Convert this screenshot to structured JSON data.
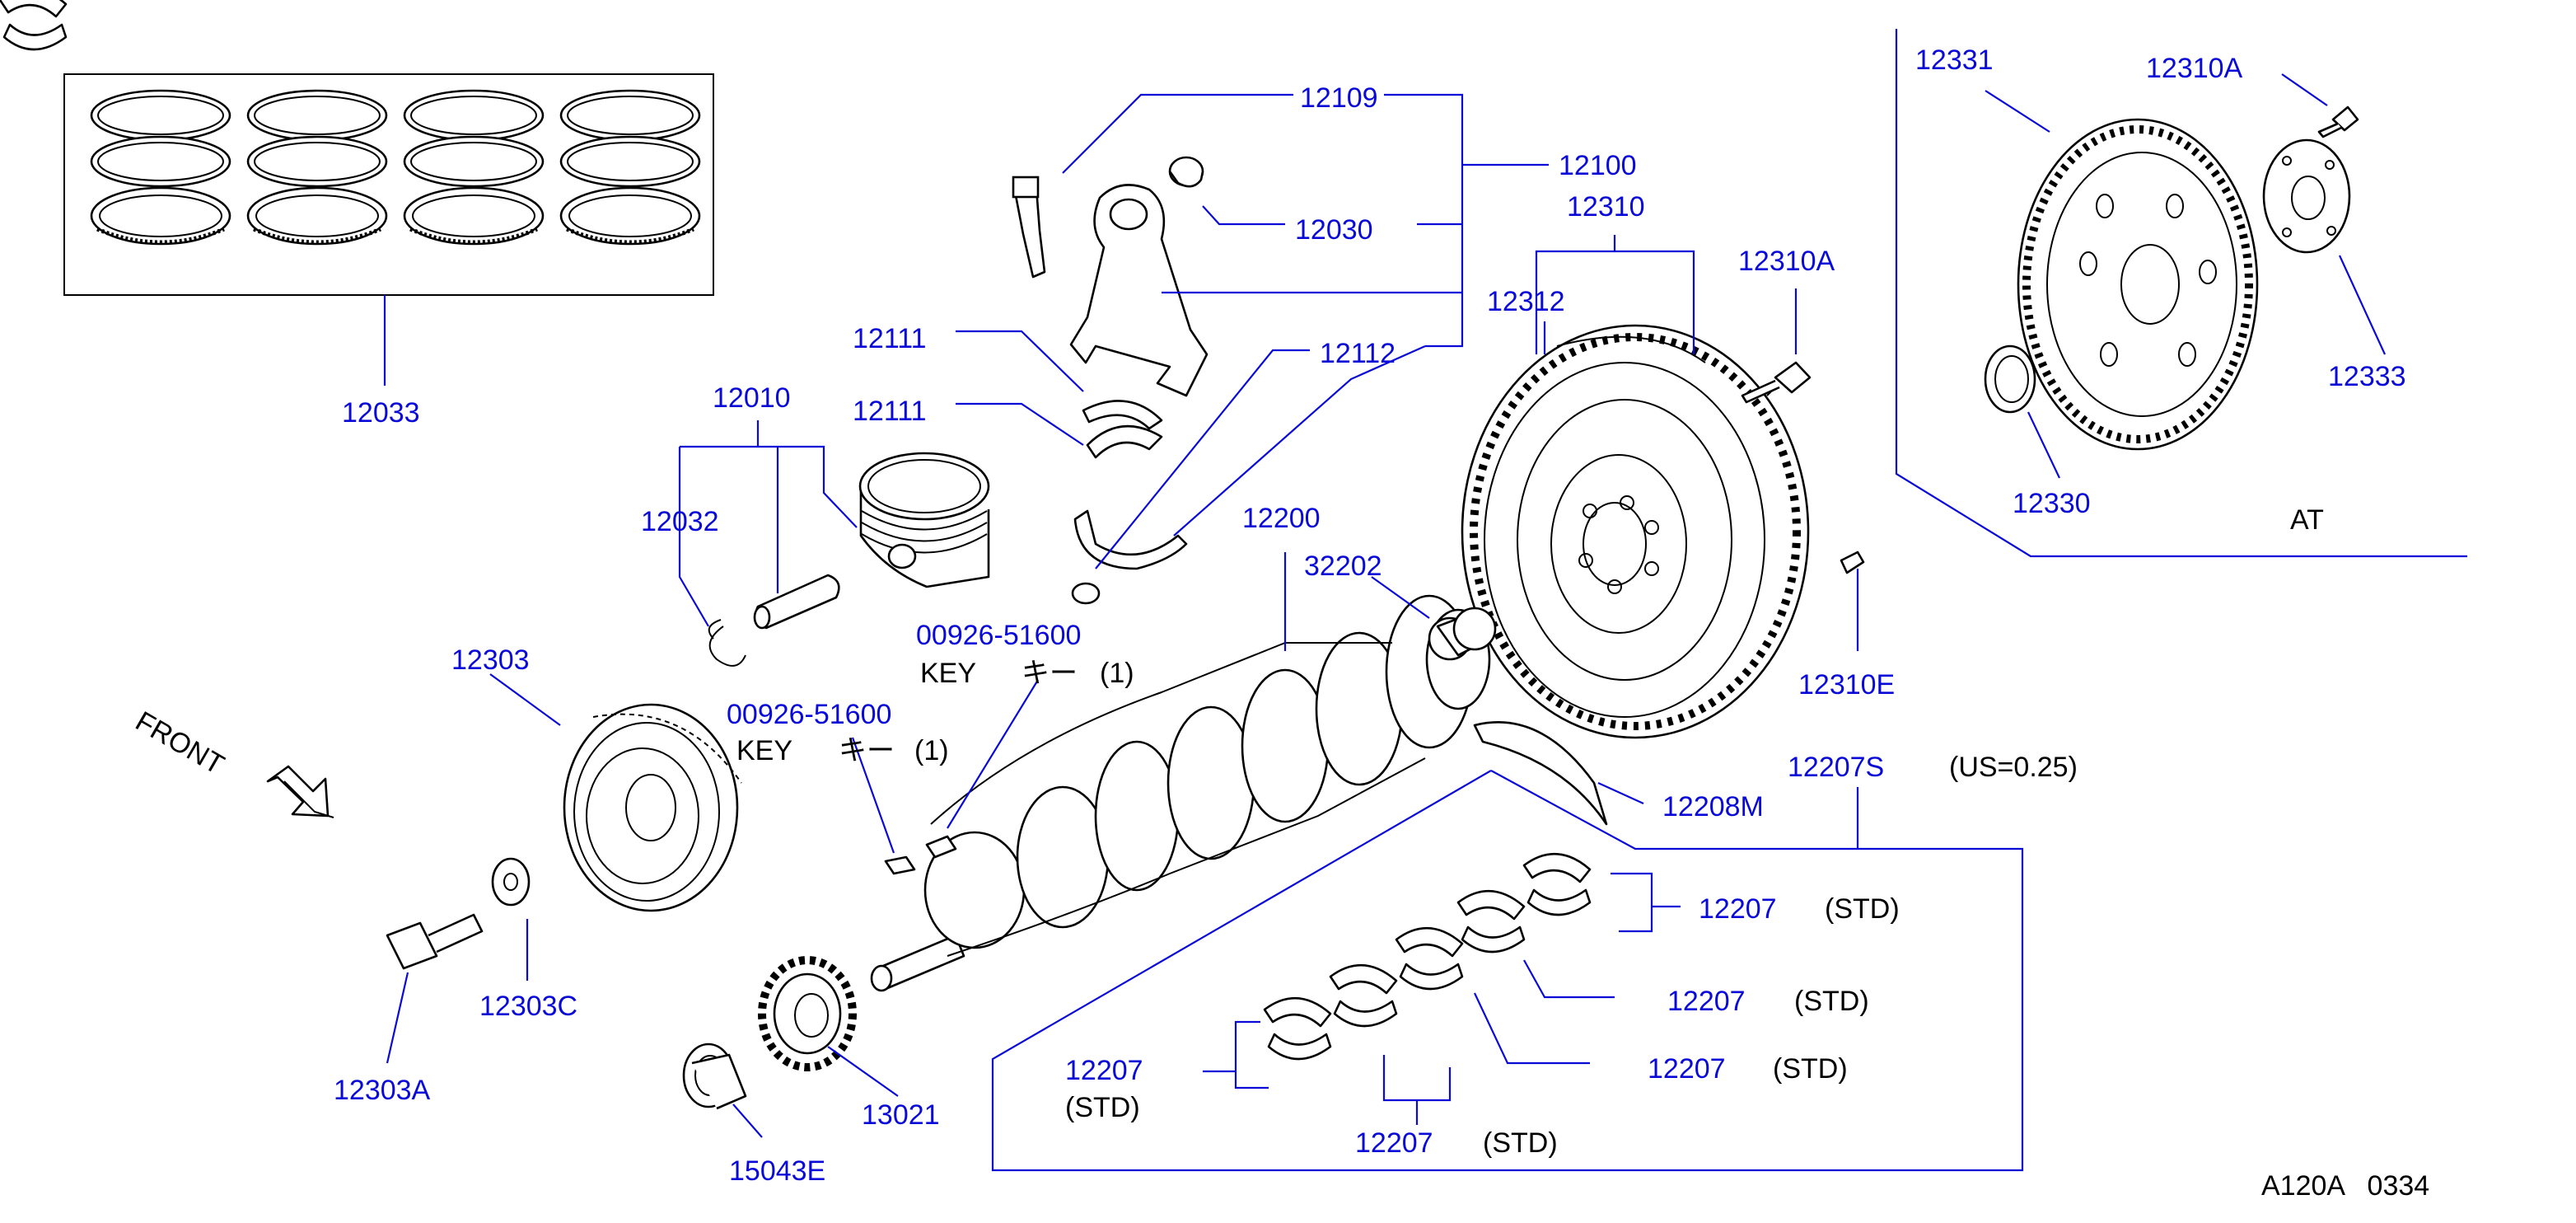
{
  "colors": {
    "label": "#0a0ad8",
    "ink": "#000000",
    "background": "#ffffff"
  },
  "labels": {
    "p12033": "12033",
    "p12010": "12010",
    "p12032": "12032",
    "p12109": "12109",
    "p12100": "12100",
    "p12030": "12030",
    "p12111a": "12111",
    "p12111b": "12111",
    "p12112": "12112",
    "p12310": "12310",
    "p12312": "12312",
    "p12310a_top": "12310A",
    "p12331": "12331",
    "p12310a_at": "12310A",
    "p12333": "12333",
    "p12330": "12330",
    "p12200": "12200",
    "p32202": "32202",
    "p12310e": "12310E",
    "key1_part": "00926-51600",
    "key2_part": "00926-51600",
    "p12303": "12303",
    "p12303c": "12303C",
    "p12303a": "12303A",
    "p13021": "13021",
    "p15043e": "15043E",
    "p12208m": "12208M",
    "p12207s": "12207S",
    "p12207_1": "12207",
    "p12207_2": "12207",
    "p12207_3": "12207",
    "p12207_4": "12207",
    "p12207_5": "12207"
  },
  "notes": {
    "key1_name": "KEY",
    "key1_kana": "キー",
    "key1_qty": "(1)",
    "key2_name": "KEY",
    "key2_kana": "キー",
    "key2_qty": "(1)",
    "us": "(US=0.25)",
    "std1": "(STD)",
    "std2": "(STD)",
    "std3": "(STD)",
    "std4": "(STD)",
    "std5": "(STD)",
    "at": "AT",
    "front": "FRONT",
    "code": "A120A   0334"
  }
}
